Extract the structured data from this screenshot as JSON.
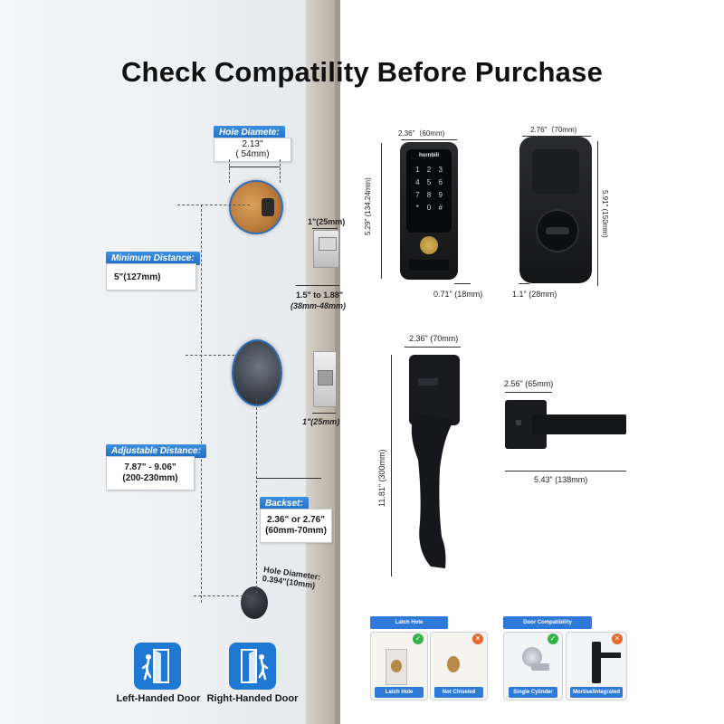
{
  "title": "Check Compatility Before Purchase",
  "hole_diameter": {
    "tag": "Hole Diamete:",
    "line1": "2.13\"",
    "line2": "( 54mm)"
  },
  "minimum_distance": {
    "tag": "Minimum Distance:",
    "value": "5\"(127mm)"
  },
  "adjustable_distance": {
    "tag": "Adjustable Distance:",
    "line1": "7.87\" - 9.06\"",
    "line2": "(200-230mm)"
  },
  "backset": {
    "tag": "Backset:",
    "line1": "2.36\" or 2.76\"",
    "line2": "(60mm-70mm)"
  },
  "small_hole": {
    "line1": "Hole Diameter:",
    "line2": "0.394\"(10mm)"
  },
  "latch_dims": {
    "top_width": "1\"(25mm)",
    "range": "1.5\" to 1.88\"",
    "range_mm": "(38mm-48mm)",
    "bottom_width": "1\"(25mm)"
  },
  "front_lock": {
    "brand": "hornbill",
    "width": "2.36\"（60mm)",
    "height": "5.29\" (134.24mm)",
    "depth": "0.71\"",
    "depth_mm": "(18mm)"
  },
  "back_lock": {
    "width": "2.76\"（70mm)",
    "height": "5.91\" (150mm)",
    "depth": "1.1\"",
    "depth_mm": "(28mm)"
  },
  "handle": {
    "width": "2.36\" (70mm)",
    "height": "11.81\" (300mm)"
  },
  "lever": {
    "depth": "2.56\" (65mm)",
    "length": "5.43\" (138mm)"
  },
  "keypad": [
    "1",
    "2",
    "3",
    "4",
    "5",
    "6",
    "7",
    "8",
    "9",
    "*",
    "0",
    "#"
  ],
  "latch_hole": {
    "tag": "Latch Hole",
    "items": [
      {
        "label": "Latch Hole",
        "status": "ok"
      },
      {
        "label": "Not Chiseled",
        "status": "no"
      }
    ]
  },
  "door_compat": {
    "tag": "Door Compatibility",
    "items": [
      {
        "label": "Single Cylinder",
        "status": "ok"
      },
      {
        "label": "Mortise/Integrated",
        "status": "no"
      }
    ]
  },
  "handedness": [
    {
      "label": "Left-Handed Door",
      "icon": "left-door-icon"
    },
    {
      "label": "Right-Handed Door",
      "icon": "right-door-icon"
    }
  ],
  "colors": {
    "accent": "#1f78d1",
    "ok": "#35b34a",
    "no": "#e46a2c"
  }
}
